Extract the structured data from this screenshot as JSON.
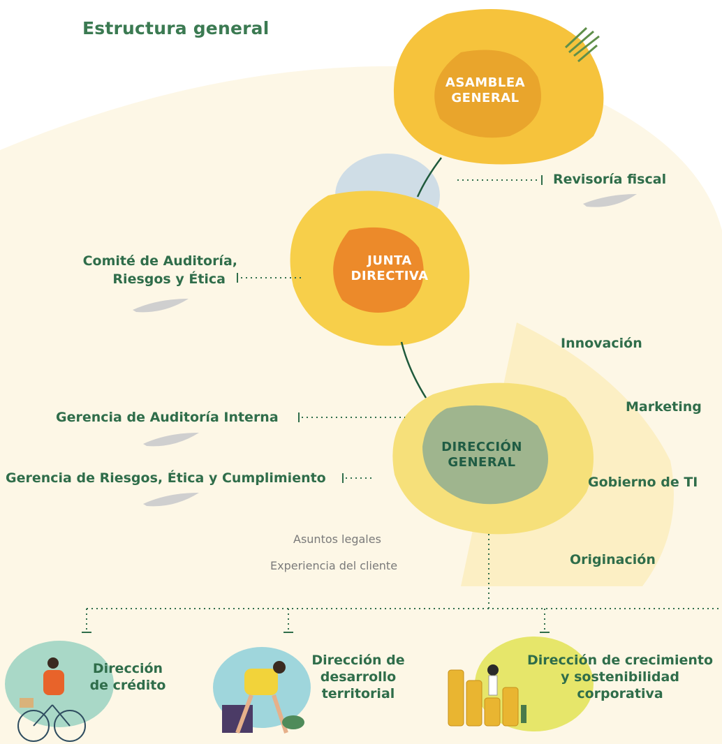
{
  "title": "Estructura general",
  "nodes": {
    "asamblea": "ASAMBLEA GENERAL",
    "junta": "JUNTA DIRECTIVA",
    "direccion": "DIRECCIÓN GENERAL"
  },
  "side_labels": {
    "revisoria": "Revisoría fiscal",
    "comite_line1": "Comité de Auditoría,",
    "comite_line2": "Riesgos y Ética",
    "auditoria_interna": "Gerencia de Auditoría Interna",
    "riesgos": "Gerencia de Riesgos, Ética y Cumplimiento"
  },
  "right_labels": [
    "Innovación",
    "Marketing",
    "Gobierno de TI",
    "Originación"
  ],
  "gray_labels": [
    "Asuntos legales",
    "Experiencia del cliente"
  ],
  "bottom": {
    "credito": [
      "Dirección",
      "de crédito"
    ],
    "desarrollo": [
      "Dirección de",
      "desarrollo",
      "territorial"
    ],
    "crecimiento": [
      "Dirección de crecimiento",
      "y sostenibilidad",
      "corporativa"
    ]
  },
  "colors": {
    "primary_green": "#2f6d4a",
    "yellow": "#f4c430",
    "orange": "#e98a2a",
    "cream": "#fdf6e3"
  }
}
